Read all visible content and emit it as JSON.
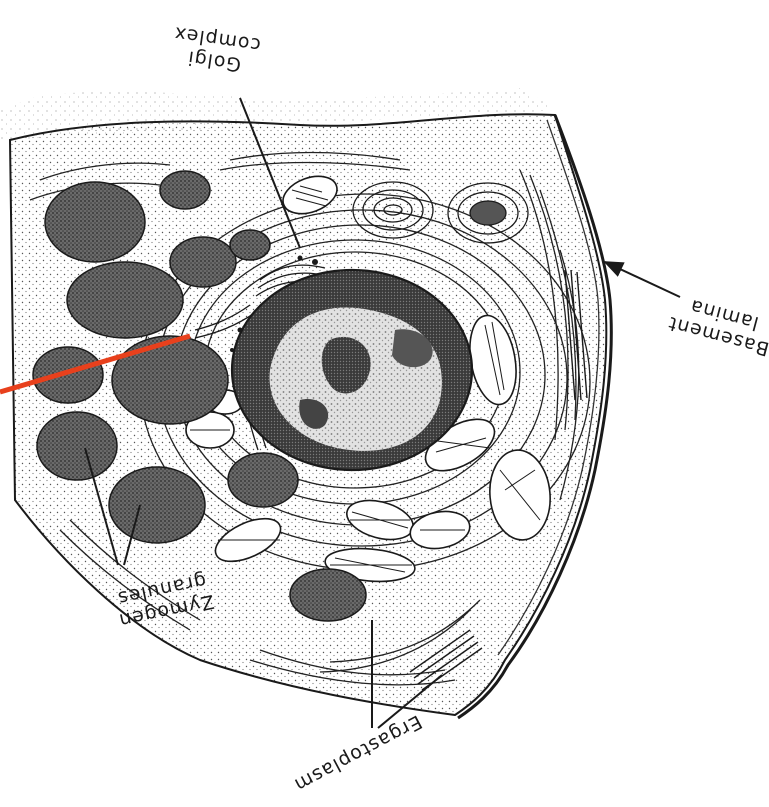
{
  "labels": {
    "golgi": [
      "Golgi",
      "complex"
    ],
    "basement": [
      "Basement",
      "lamina"
    ],
    "zymogen": [
      "Zymogen",
      "granules"
    ],
    "ergastoplasm": "Ergastoplasm"
  },
  "colors": {
    "ink": "#1a1a1a",
    "pointer": "#e8401c",
    "granule": "#4a4a4a",
    "nucleus_dark": "#2e2e2e",
    "nucleus_light": "#d8d8d8",
    "cytoplasm": "#f7f7f7"
  }
}
